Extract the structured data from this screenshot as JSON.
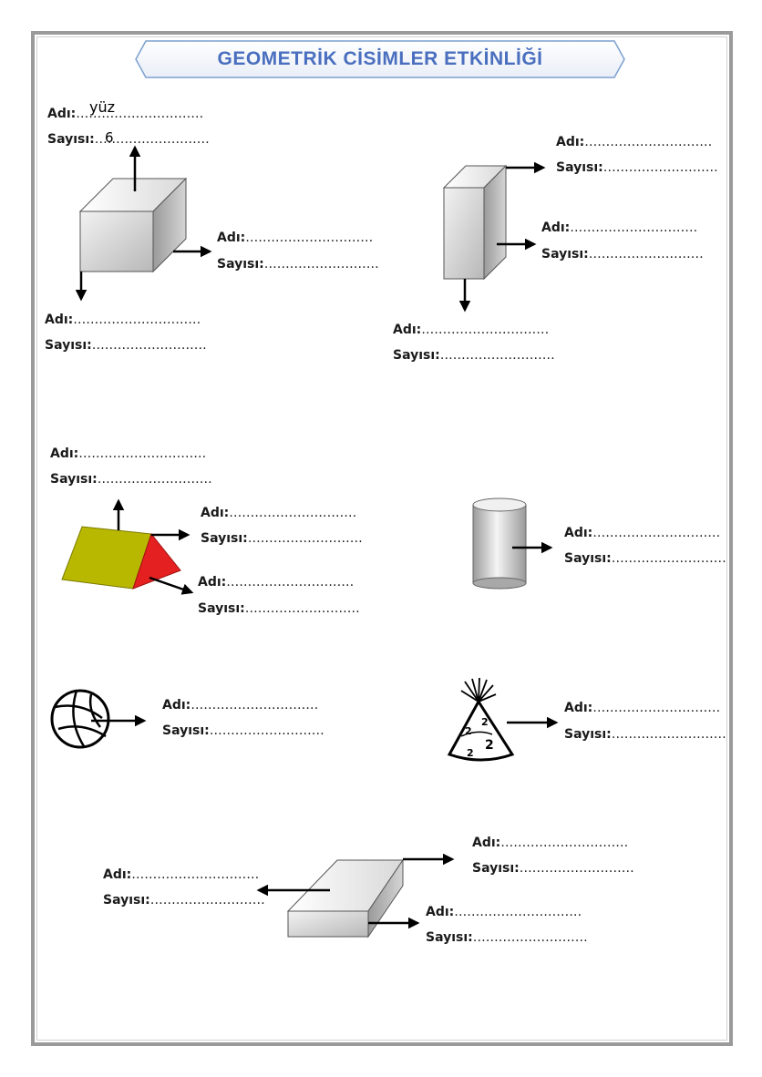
{
  "title": "GEOMETRİK CİSİMLER ETKİNLİĞİ",
  "field_name_label": "Adı:",
  "field_count_label": "Sayısı:",
  "name_dots": "…………………………",
  "count_dots": "………………………",
  "example": {
    "name_answer": "yüz",
    "count_answer": "6"
  },
  "shapes": [
    {
      "id": "cube",
      "icon": "cube-icon"
    },
    {
      "id": "rectangular-prism",
      "icon": "rectangular-prism-icon"
    },
    {
      "id": "triangular-prism",
      "icon": "triangular-prism-icon"
    },
    {
      "id": "cylinder",
      "icon": "cylinder-icon"
    },
    {
      "id": "ball",
      "icon": "volleyball-icon"
    },
    {
      "id": "party-hat",
      "icon": "party-hat-icon"
    },
    {
      "id": "flat-prism",
      "icon": "flat-prism-icon"
    }
  ]
}
